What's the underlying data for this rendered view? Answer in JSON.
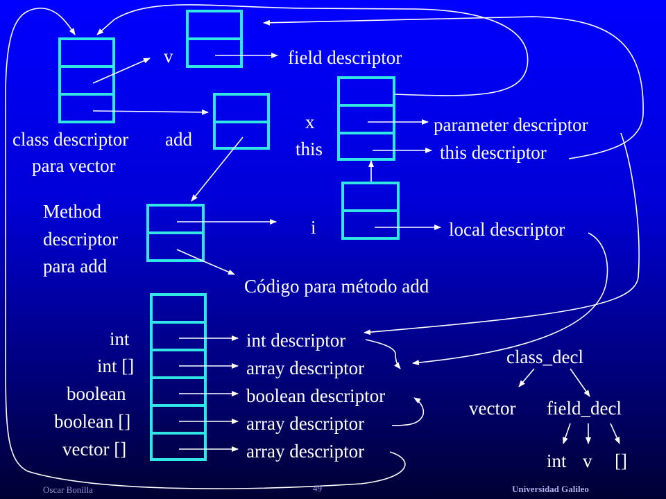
{
  "labels": {
    "v": "v",
    "field_descriptor": "field descriptor",
    "x": "x",
    "this": "this",
    "parameter_descriptor": "parameter descriptor",
    "this_descriptor": "this descriptor",
    "class_descriptor": "class descriptor",
    "para_vector": "para vector",
    "add": "add",
    "method_line1": "Method",
    "method_line2": "descriptor",
    "method_line3": "para add",
    "i": "i",
    "local_descriptor": "local descriptor",
    "codigo": "Código para método add",
    "type_int": "int",
    "type_int_array": "int []",
    "type_boolean": "boolean",
    "type_boolean_array": "boolean []",
    "type_vector_array": "vector []",
    "desc_int": "int descriptor",
    "desc_array_1": "array descriptor",
    "desc_boolean": "boolean descriptor",
    "desc_array_2": "array descriptor",
    "desc_array_3": "array descriptor"
  },
  "tree": {
    "root": "class_decl",
    "left": "vector",
    "right": "field_decl",
    "leaf1": "int",
    "leaf2": "v",
    "leaf3": "[]"
  },
  "footer": {
    "author": "Oscar Bonilla",
    "page": "49",
    "university": "Universidad Galileo"
  },
  "colors": {
    "box_stroke": "#33e6e6",
    "line": "#ffffff"
  }
}
